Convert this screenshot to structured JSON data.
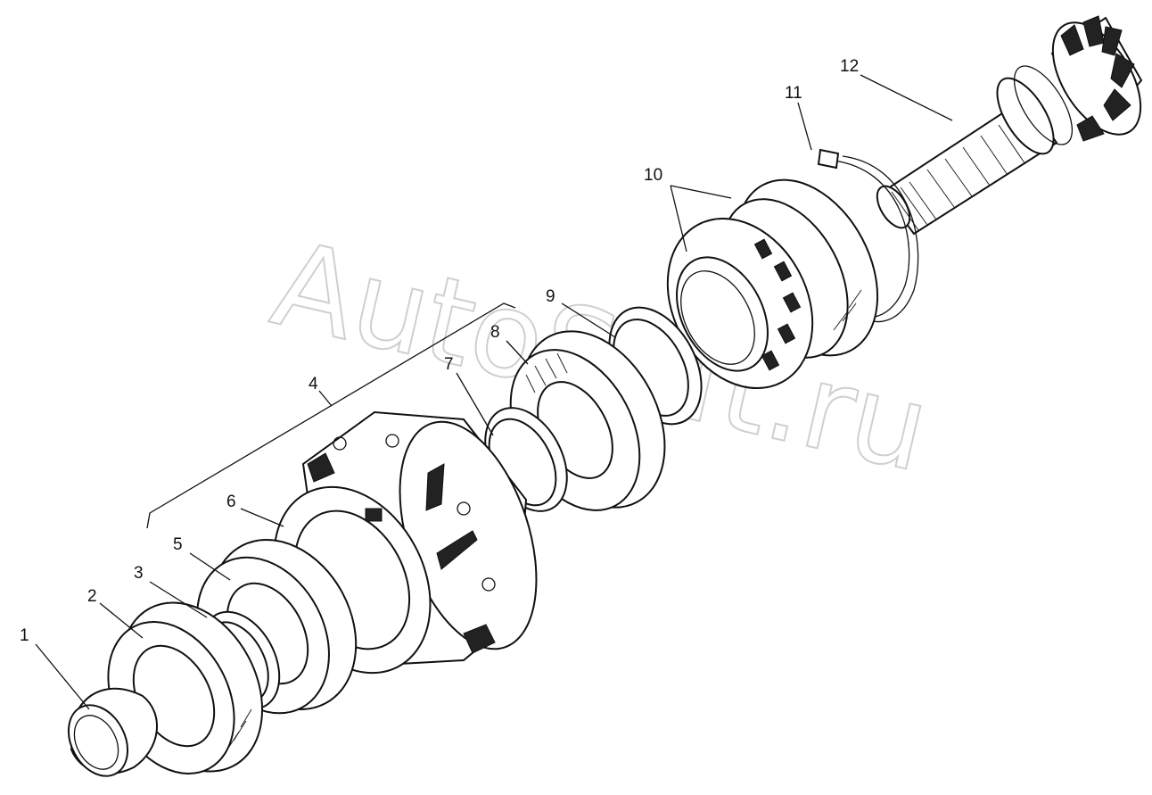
{
  "watermark": "AutoSoft.ru",
  "callouts": [
    {
      "id": "1",
      "label": "1"
    },
    {
      "id": "2",
      "label": "2"
    },
    {
      "id": "3",
      "label": "3"
    },
    {
      "id": "4",
      "label": "4"
    },
    {
      "id": "5",
      "label": "5"
    },
    {
      "id": "6",
      "label": "6"
    },
    {
      "id": "7",
      "label": "7"
    },
    {
      "id": "8",
      "label": "8"
    },
    {
      "id": "9",
      "label": "9"
    },
    {
      "id": "10",
      "label": "10"
    },
    {
      "id": "11",
      "label": "11"
    },
    {
      "id": "12",
      "label": "12"
    }
  ]
}
